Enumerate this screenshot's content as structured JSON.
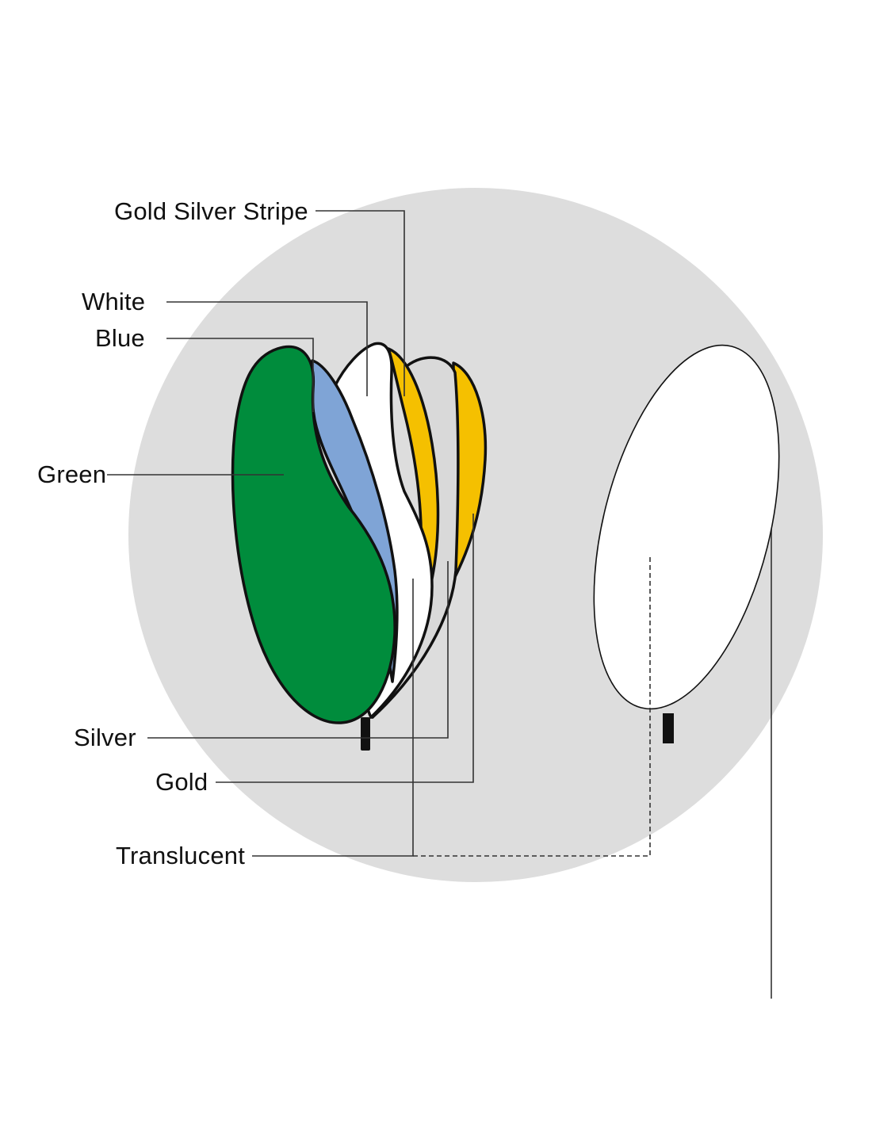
{
  "labels": {
    "gold_silver_stripe": "Gold Silver Stripe",
    "white": "White",
    "blue": "Blue",
    "green": "Green",
    "silver": "Silver",
    "gold": "Gold",
    "translucent": "Translucent"
  },
  "colors": {
    "background_circle": "#dddddd",
    "green": "#008c3c",
    "blue": "#7fa4d6",
    "white": "#ffffff",
    "gold": "#f5c000",
    "silver": "#d9d9d9",
    "translucent": "#ffffff",
    "outline": "#111111",
    "handle": "#111111"
  }
}
